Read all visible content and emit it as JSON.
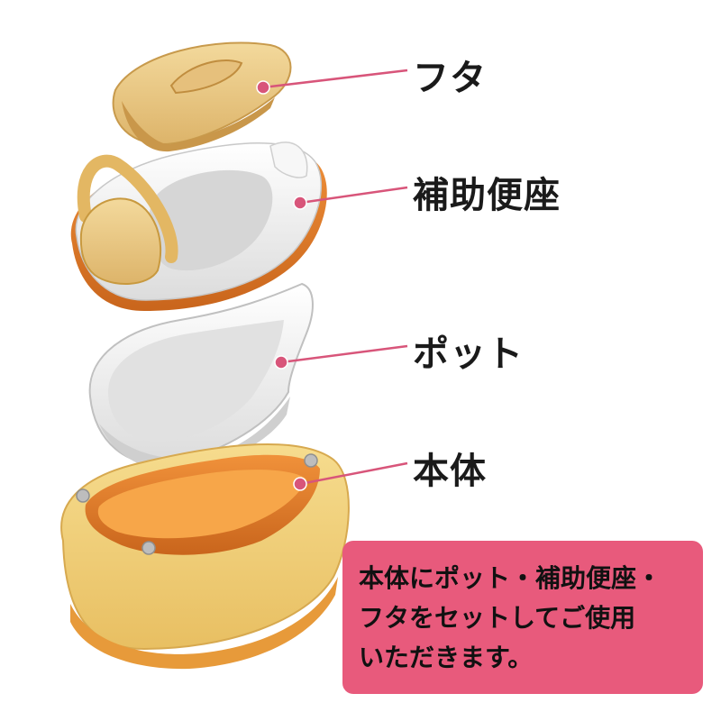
{
  "parts": [
    {
      "id": "lid",
      "label": "フタ"
    },
    {
      "id": "seat",
      "label": "補助便座"
    },
    {
      "id": "pot",
      "label": "ポット"
    },
    {
      "id": "base",
      "label": "本体"
    }
  ],
  "note": {
    "lines": [
      "本体にポット・補助便座・",
      "フタをセットしてご使用",
      "いただきます。"
    ]
  },
  "colors": {
    "leader_line": "#d8557a",
    "note_background": "#e85a7c",
    "product_yellow": "#ecc98a",
    "product_orange": "#e07a28",
    "product_white": "#f4f4f4"
  }
}
